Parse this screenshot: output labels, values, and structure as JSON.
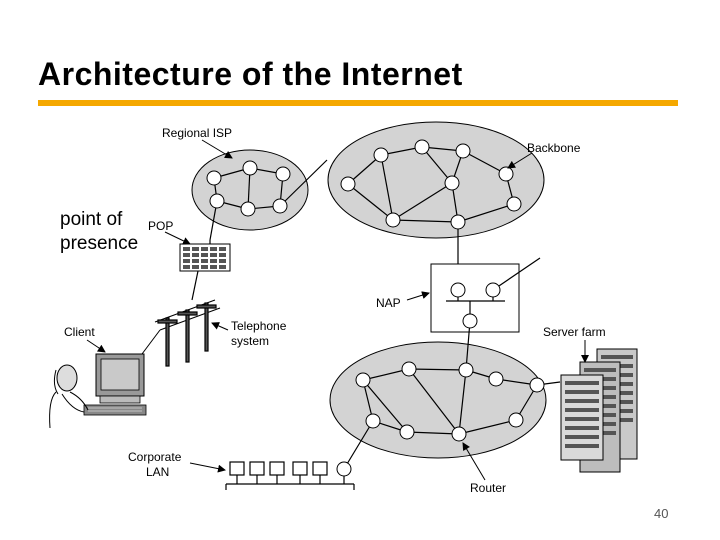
{
  "slide": {
    "title": "Architecture of the Internet",
    "page_number": "40",
    "accent_color": "#f5a800"
  },
  "annotation": {
    "line1": "point of",
    "line2": "presence"
  },
  "labels": {
    "regional_isp": "Regional ISP",
    "backbone": "Backbone",
    "pop": "POP",
    "nap": "NAP",
    "client": "Client",
    "telephone_1": "Telephone",
    "telephone_2": "system",
    "server_farm": "Server farm",
    "corporate_1": "Corporate",
    "corporate_2": "LAN",
    "router": "Router"
  },
  "colors": {
    "cloud_fill": "#d3d3d3",
    "router_fill": "#ffffff",
    "line": "#000000"
  }
}
